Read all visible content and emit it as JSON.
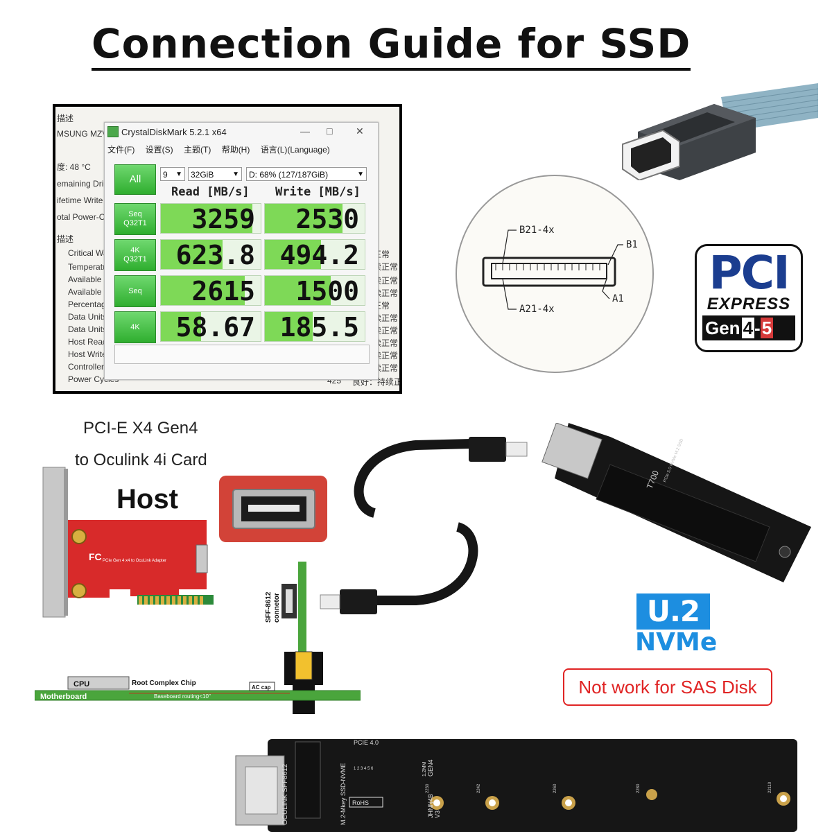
{
  "title": "Connection Guide for SSD",
  "benchmark": {
    "app_title": "CrystalDiskMark 5.2.1 x64",
    "menu": [
      "文件(F)",
      "设置(S)",
      "主题(T)",
      "帮助(H)",
      "语言(L)(Language)"
    ],
    "all_label": "All",
    "runs": "9",
    "size": "32GiB",
    "drive": "D: 68% (127/187GiB)",
    "read_header": "Read [MB/s]",
    "write_header": "Write [MB/s]",
    "rows": [
      {
        "label": "Seq\nQ32T1",
        "read": "3259",
        "write": "2530",
        "read_fill": 0.92,
        "write_fill": 0.78
      },
      {
        "label": "4K\nQ32T1",
        "read": "623.8",
        "write": "494.2",
        "read_fill": 0.62,
        "write_fill": 0.56
      },
      {
        "label": "Seq",
        "read": "2615",
        "write": "1500",
        "read_fill": 0.84,
        "write_fill": 0.66
      },
      {
        "label": "4K",
        "read": "58.67",
        "write": "185.5",
        "read_fill": 0.4,
        "write_fill": 0.48
      }
    ],
    "bg_left": [
      "描述",
      "MSUNG MZV",
      "度: 48 °C",
      "emaining Dri",
      "ifetime Write",
      "otal Power-O",
      "描述",
      "Critical Wa",
      "Temperatu",
      "Available S",
      "Available S",
      "Percentage",
      "Data Units",
      "Data Units",
      "Host Read",
      "Host Write",
      "Controller",
      "Power Cycles"
    ],
    "bg_right": [
      "正常",
      "续正常",
      "续正常",
      "续正常",
      "正常",
      "续正常",
      "续正常",
      "续正常",
      "续正常",
      "续正常"
    ],
    "bg_bottom_num": "425",
    "bg_bottom_status": "良好：持续正常"
  },
  "pinout": {
    "b21": "B21-4x",
    "b1": "B1",
    "a21": "A21-4x",
    "a1": "A1"
  },
  "pci_logo": {
    "pci": "PCI",
    "express": "EXPRESS",
    "gen": "Gen",
    "gen_a": "4",
    "gen_sep": "-",
    "gen_b": "5"
  },
  "host": {
    "caption_line1": "PCI-E X4 Gen4",
    "caption_line2": "to Oculink 4i Card",
    "label": "Host",
    "card_text": "PCIe Gen 4 x4 to OcuLink Adapter"
  },
  "diagram": {
    "connector_label_1": "SFF-8612",
    "connector_label_2": "connetor",
    "cpu": "CPU",
    "root_complex": "Root Complex Chip",
    "ac_cap": "AC cap",
    "motherboard": "Motherboard",
    "routing": "Baseboard routing<10\""
  },
  "ssd": {
    "model": "T700",
    "brand": "PCIe 5.0 NVMe M.2 SSD"
  },
  "u2": {
    "badge": "U.2",
    "nvme": "NVMe"
  },
  "warning": "Not work for SAS Disk",
  "m2_board": {
    "pcie": "PCIE 4.0",
    "oculink": "OCULINK SFF8612",
    "mkey": "M.2-Mkey SSD-NVME",
    "gen": "GEN4",
    "length": "1.2MM",
    "model": "JHNN4B",
    "version": "V3",
    "rohs": "RoHS",
    "pins": "1 2 3 4 5 6",
    "sizes": [
      "2230",
      "2242",
      "2260",
      "2280",
      "22110"
    ]
  },
  "colors": {
    "pci_blue": "#1b3d8f",
    "u2_blue": "#1d8ee0",
    "warning_red": "#e02424",
    "pcb_red": "#d82a2a",
    "pcb_green": "#2f9a3a"
  }
}
